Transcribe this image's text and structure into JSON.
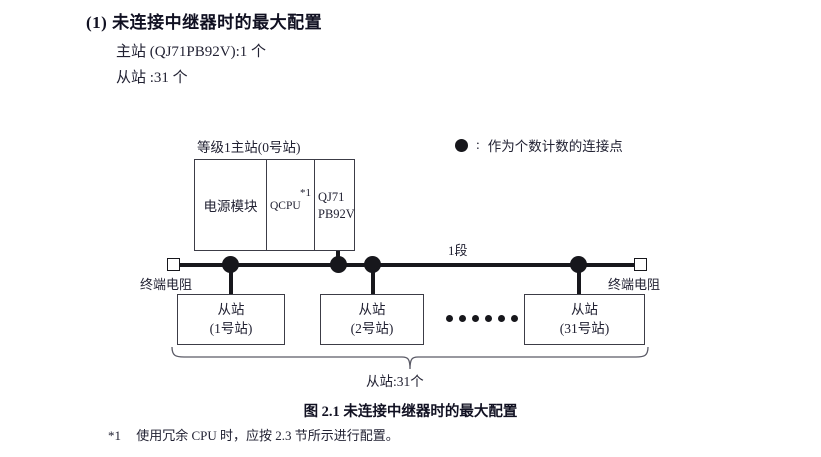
{
  "heading": {
    "number": "(1)",
    "title": "未连接中继器时的最大配置",
    "line1": "主站 (QJ71PB92V):1 个",
    "line2": "从站 :31 个"
  },
  "legend": {
    "symbol": "●",
    "separator": ":",
    "text": "作为个数计数的连接点"
  },
  "rack": {
    "title": "等级1主站(0号站)",
    "power_module": "电源模块",
    "cpu": "QCPU",
    "cpu_note": "*1",
    "master_line1": "QJ71",
    "master_line2": "PB92V"
  },
  "bus": {
    "segment_label": "1段",
    "terminator_left": "终端电阻",
    "terminator_right": "终端电阻"
  },
  "slaves": [
    {
      "name": "从站",
      "station": "(1号站)"
    },
    {
      "name": "从站",
      "station": "(2号站)"
    },
    {
      "name": "从站",
      "station": "(31号站)"
    }
  ],
  "brace_label": "从站:31个",
  "figure_caption": "图 2.1  未连接中继器时的最大配置",
  "footnote": {
    "mark": "*1",
    "text": "使用冗余 CPU 时，应按 2.3 节所示进行配置。"
  }
}
